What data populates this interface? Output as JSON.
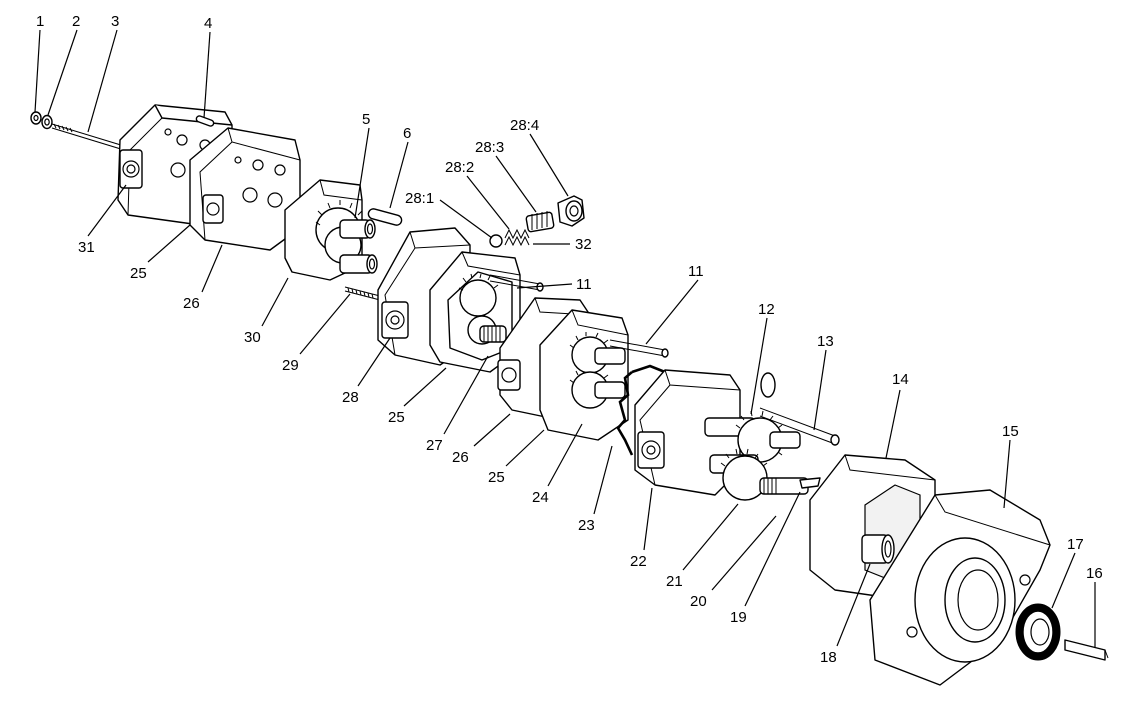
{
  "callouts": [
    {
      "id": "c1",
      "text": "1"
    },
    {
      "id": "c2",
      "text": "2"
    },
    {
      "id": "c3",
      "text": "3"
    },
    {
      "id": "c4",
      "text": "4"
    },
    {
      "id": "c5",
      "text": "5"
    },
    {
      "id": "c6",
      "text": "6"
    },
    {
      "id": "c28-4",
      "text": "28:4"
    },
    {
      "id": "c28-3",
      "text": "28:3"
    },
    {
      "id": "c28-2",
      "text": "28:2"
    },
    {
      "id": "c28-1",
      "text": "28:1"
    },
    {
      "id": "c32",
      "text": "32"
    },
    {
      "id": "c11a",
      "text": "11"
    },
    {
      "id": "c11b",
      "text": "11"
    },
    {
      "id": "c12",
      "text": "12"
    },
    {
      "id": "c13",
      "text": "13"
    },
    {
      "id": "c14",
      "text": "14"
    },
    {
      "id": "c15",
      "text": "15"
    },
    {
      "id": "c17",
      "text": "17"
    },
    {
      "id": "c16",
      "text": "16"
    },
    {
      "id": "c31",
      "text": "31"
    },
    {
      "id": "c25a",
      "text": "25"
    },
    {
      "id": "c26a",
      "text": "26"
    },
    {
      "id": "c30",
      "text": "30"
    },
    {
      "id": "c29",
      "text": "29"
    },
    {
      "id": "c28",
      "text": "28"
    },
    {
      "id": "c25b",
      "text": "25"
    },
    {
      "id": "c27",
      "text": "27"
    },
    {
      "id": "c26b",
      "text": "26"
    },
    {
      "id": "c25c",
      "text": "25"
    },
    {
      "id": "c24",
      "text": "24"
    },
    {
      "id": "c23",
      "text": "23"
    },
    {
      "id": "c22",
      "text": "22"
    },
    {
      "id": "c21",
      "text": "21"
    },
    {
      "id": "c20",
      "text": "20"
    },
    {
      "id": "c19",
      "text": "19"
    },
    {
      "id": "c18",
      "text": "18"
    }
  ]
}
